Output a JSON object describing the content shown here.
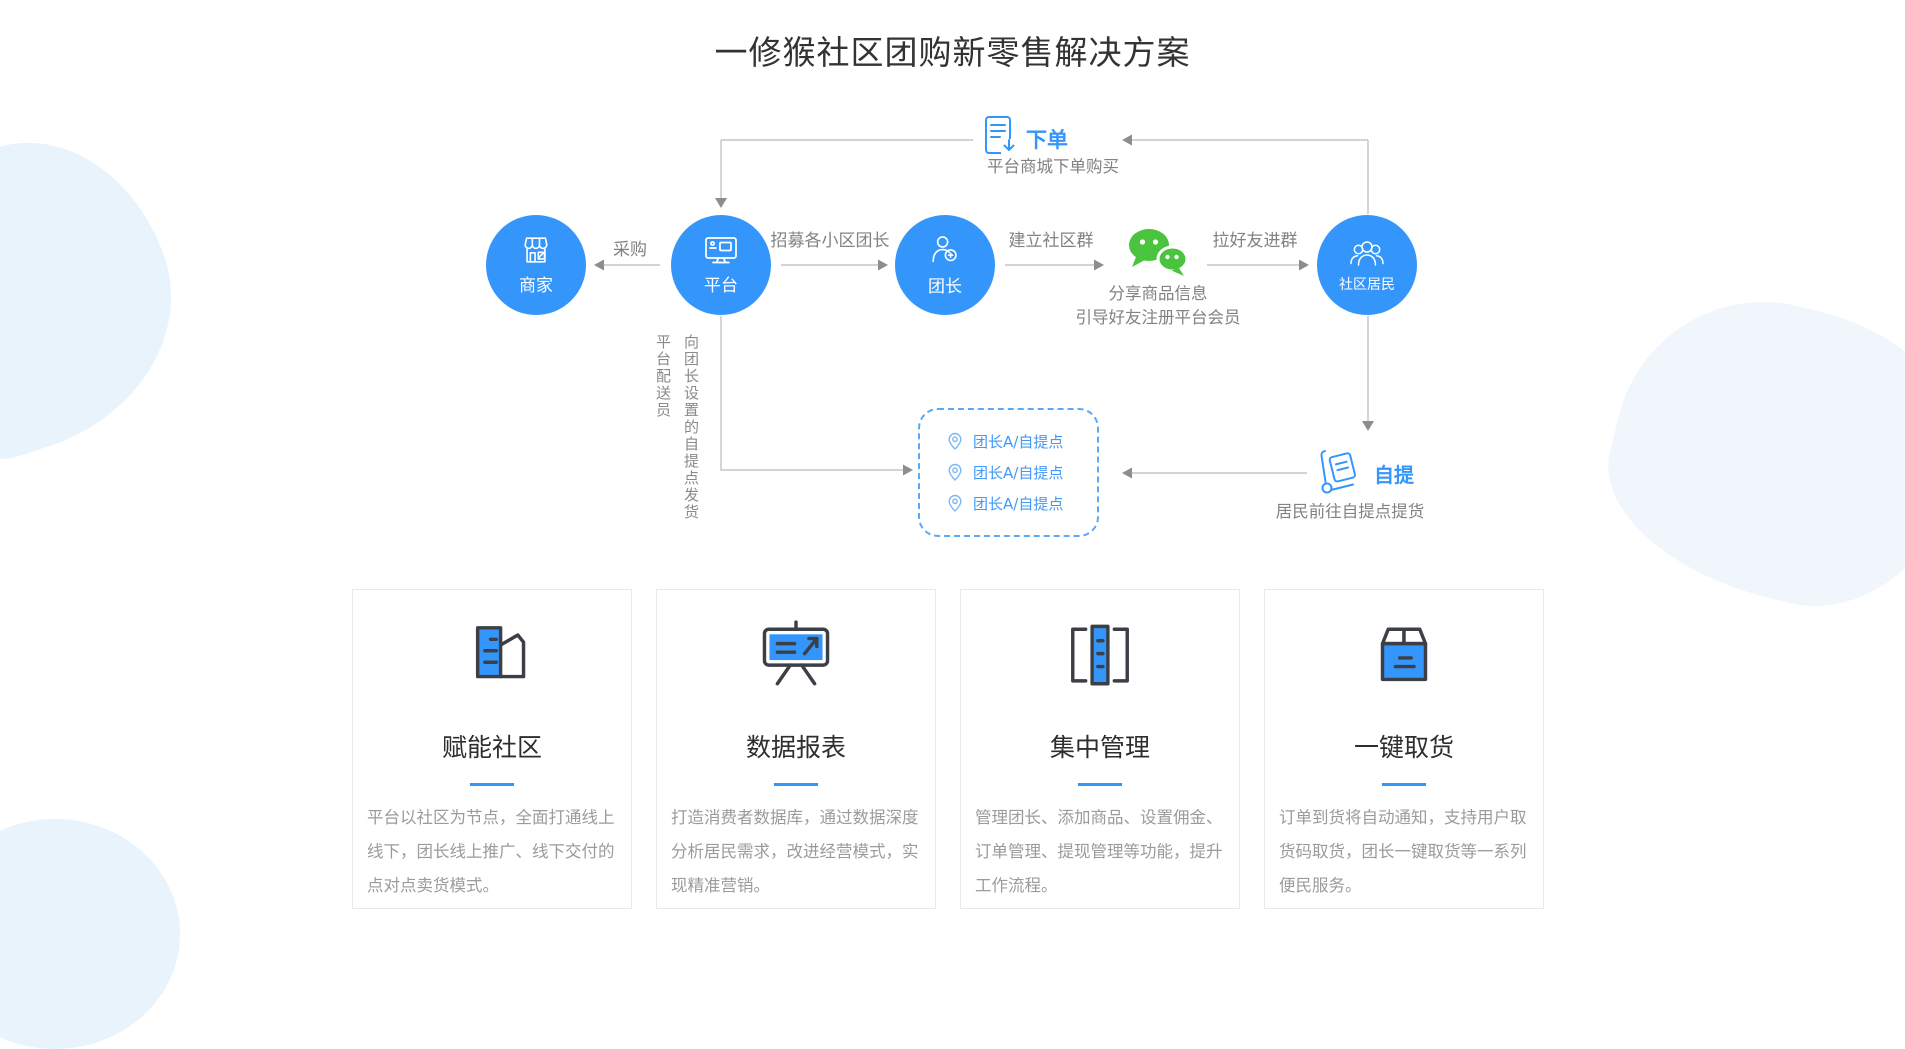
{
  "page": {
    "title": "一修猴社区团购新零售解决方案"
  },
  "flow": {
    "order": {
      "label": "下单",
      "caption": "平台商城下单购买"
    },
    "nodes": {
      "merchant": "商家",
      "platform": "平台",
      "leader": "团长",
      "residents": "社区居民"
    },
    "edges": {
      "purchase": "采购",
      "recruit": "招募各小区团长",
      "create_group": "建立社区群",
      "invite_friends": "拉好友进群"
    },
    "wechat_caption": {
      "line1": "分享商品信息",
      "line2": "引导好友注册平台会员"
    },
    "delivery": {
      "text_right": "向团长设置的自提点发货",
      "text_left": "平台配送员"
    },
    "pickup_box": {
      "items": [
        "团长A/自提点",
        "团长A/自提点",
        "团长A/自提点"
      ]
    },
    "self_pickup": {
      "label": "自提",
      "caption": "居民前往自提点提货"
    }
  },
  "cards": [
    {
      "title": "赋能社区",
      "desc": "平台以社区为节点，全面打通线上线下，团长线上推广、线下交付的点对点卖货模式。"
    },
    {
      "title": "数据报表",
      "desc": "打造消费者数据库，通过数据深度分析居民需求，改进经营模式，实现精准营销。"
    },
    {
      "title": "集中管理",
      "desc": "管理团长、添加商品、设置佣金、订单管理、提现管理等功能，提升工作流程。"
    },
    {
      "title": "一键取货",
      "desc": "订单到货将自动通知，支持用户取货码取货，团长一键取货等一系列便民服务。"
    }
  ],
  "colors": {
    "primary_blue": "#3496fb",
    "wechat_green": "#4ac33e",
    "line_gray": "#b9b9b9",
    "label_gray": "#828282"
  }
}
